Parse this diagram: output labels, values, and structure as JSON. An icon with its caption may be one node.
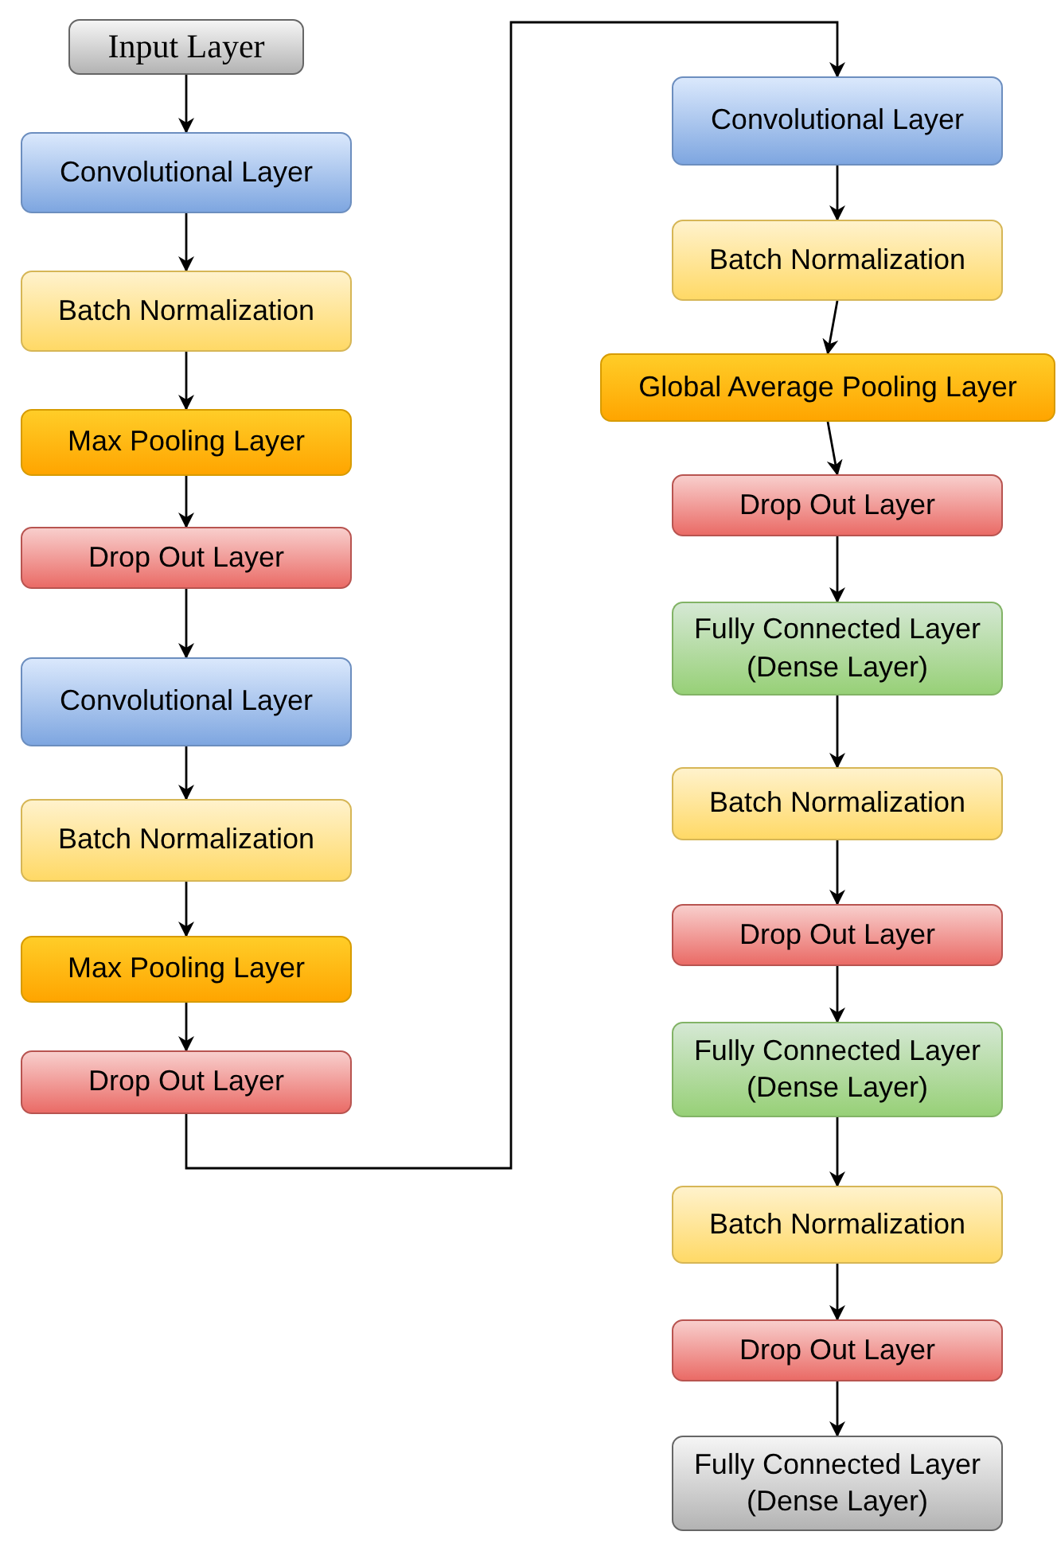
{
  "diagram": {
    "nodes": [
      {
        "text": [
          "Input Layer"
        ]
      },
      {
        "text": [
          "Convolutional Layer"
        ]
      },
      {
        "text": [
          "Batch Normalization"
        ]
      },
      {
        "text": [
          "Max Pooling Layer"
        ]
      },
      {
        "text": [
          "Drop Out Layer"
        ]
      },
      {
        "text": [
          "Convolutional Layer"
        ]
      },
      {
        "text": [
          "Batch Normalization"
        ]
      },
      {
        "text": [
          "Max Pooling Layer"
        ]
      },
      {
        "text": [
          "Drop Out Layer"
        ]
      },
      {
        "text": [
          "Convolutional Layer"
        ]
      },
      {
        "text": [
          "Batch Normalization"
        ]
      },
      {
        "text": [
          "Global Average Pooling Layer"
        ]
      },
      {
        "text": [
          "Drop Out Layer"
        ]
      },
      {
        "text": [
          "Fully Connected Layer (Dense Layer)"
        ]
      },
      {
        "text": [
          "Batch Normalization"
        ]
      },
      {
        "text": [
          "Drop Out Layer"
        ]
      },
      {
        "text": [
          "Fully Connected Layer (Dense Layer)"
        ]
      },
      {
        "text": [
          "Batch Normalization"
        ]
      },
      {
        "text": [
          "Drop Out Layer"
        ]
      },
      {
        "text": [
          "Fully Connected Layer (Dense Layer)"
        ]
      }
    ],
    "edges": [
      {
        "from": 0,
        "to": 1,
        "arrow": "to"
      },
      {
        "from": 1,
        "to": 2,
        "arrow": "to"
      },
      {
        "from": 2,
        "to": 3,
        "arrow": "to"
      },
      {
        "from": 3,
        "to": 4,
        "arrow": "to"
      },
      {
        "from": 4,
        "to": 5,
        "arrow": "to"
      },
      {
        "from": 5,
        "to": 6,
        "arrow": "to"
      },
      {
        "from": 6,
        "to": 7,
        "arrow": "to"
      },
      {
        "from": 7,
        "to": 8,
        "arrow": "to"
      },
      {
        "from": 8,
        "to": 9,
        "arrow": "to"
      },
      {
        "from": 9,
        "to": 10,
        "arrow": "to"
      },
      {
        "from": 10,
        "to": 11,
        "arrow": "to"
      },
      {
        "from": 11,
        "to": 12,
        "arrow": "to"
      },
      {
        "from": 12,
        "to": 13,
        "arrow": "to"
      },
      {
        "from": 13,
        "to": 14,
        "arrow": "to"
      },
      {
        "from": 14,
        "to": 15,
        "arrow": "to"
      },
      {
        "from": 15,
        "to": 16,
        "arrow": "to"
      },
      {
        "from": 16,
        "to": 17,
        "arrow": "to"
      },
      {
        "from": 17,
        "to": 18,
        "arrow": "to"
      },
      {
        "from": 18,
        "to": 19,
        "arrow": "to"
      }
    ]
  }
}
